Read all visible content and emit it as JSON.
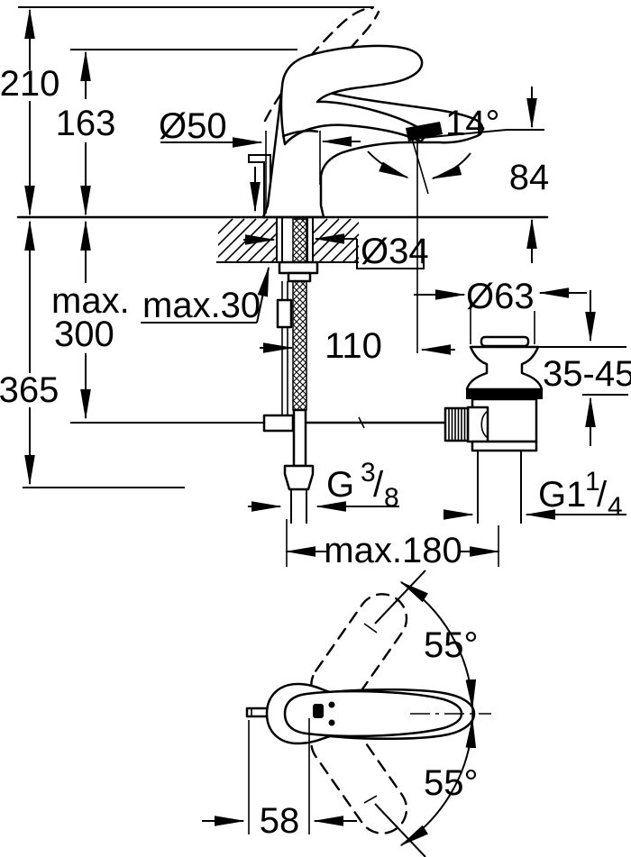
{
  "meta": {
    "drawing_type": "faucet technical dimensional drawing",
    "ink_color": "#000000",
    "background_color": "#ffffff"
  },
  "front_view": {
    "total_height": "210",
    "body_height": "163",
    "base_diameter": "Ø50",
    "spout_angle": "14°",
    "spout_outlet_height": "84",
    "deck_hole_diameter": "Ø34",
    "deck_thickness_max": "max.30",
    "rod_depth_max_line1": "max.",
    "rod_depth_max_line2": "300",
    "hose_depth": "365",
    "spout_reach": "110",
    "waste_flange_diameter": "Ø63",
    "waste_deck_range": "35-45",
    "supply_thread": {
      "prefix": "G",
      "numerator": "3",
      "slash": "/",
      "denominator": "8"
    },
    "waste_thread": {
      "prefix": "G1",
      "numerator": "1",
      "slash": "/",
      "denominator": "4"
    },
    "max_spacing": "max.180"
  },
  "top_view": {
    "swivel_angle_upper": "55°",
    "swivel_angle_lower": "55°",
    "handle_offset": "58"
  }
}
